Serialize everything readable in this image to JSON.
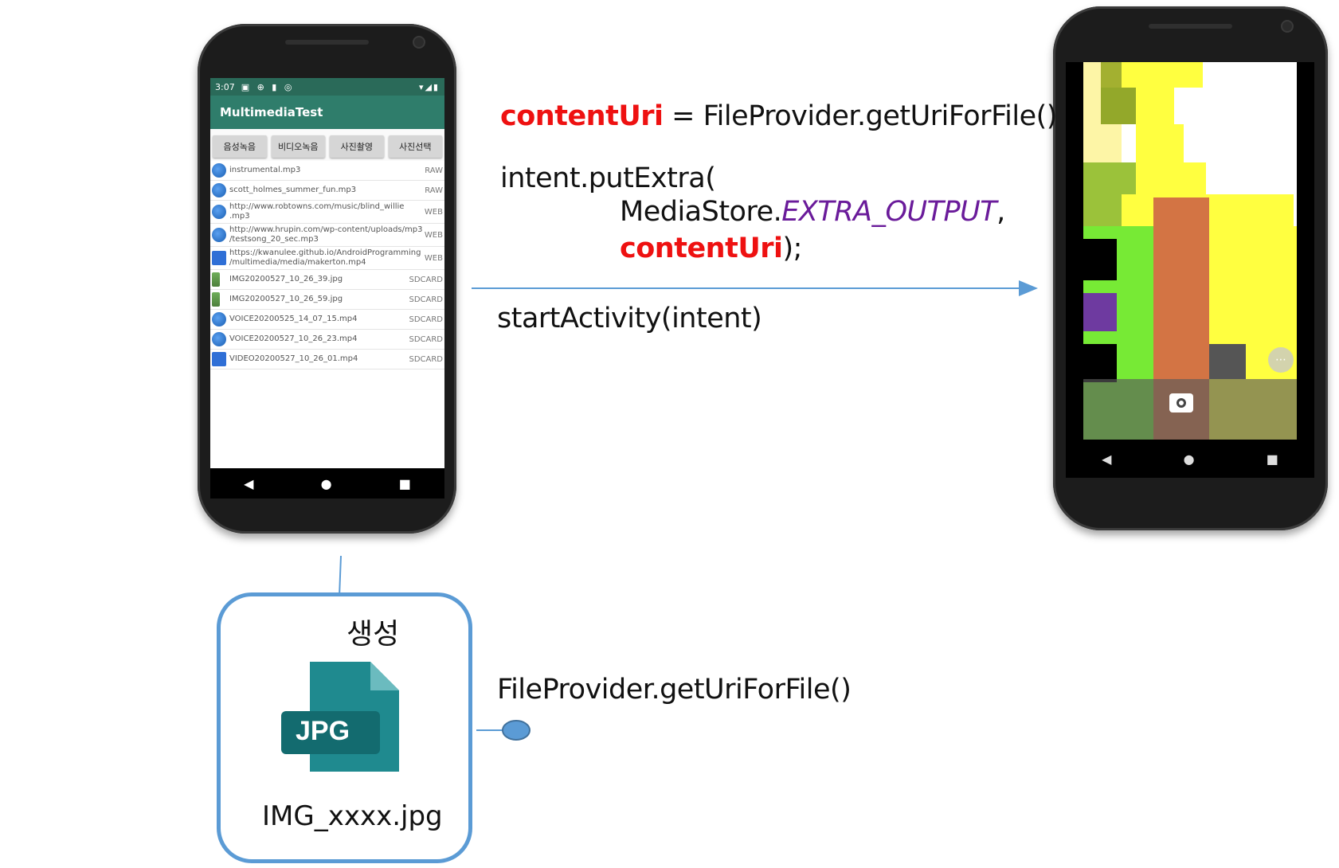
{
  "left_phone": {
    "status_time": "3:07",
    "app_title": "MultimediaTest",
    "buttons": [
      "음성녹음",
      "비디오녹음",
      "사진촬영",
      "사진선택"
    ],
    "files": [
      {
        "name": "instrumental.mp3",
        "source": "RAW",
        "icon": "music-icon"
      },
      {
        "name": "scott_holmes_summer_fun.mp3",
        "source": "RAW",
        "icon": "music-icon"
      },
      {
        "name": "http://www.robtowns.com/music/blind_willie\n.mp3",
        "source": "WEB",
        "icon": "music-icon"
      },
      {
        "name": "http://www.hrupin.com/wp-content/uploads/mp3\n/testsong_20_sec.mp3",
        "source": "WEB",
        "icon": "music-icon"
      },
      {
        "name": "https://kwanulee.github.io/AndroidProgramming\n/multimedia/media/makerton.mp4",
        "source": "WEB",
        "icon": "video-icon"
      },
      {
        "name": "IMG20200527_10_26_39.jpg",
        "source": "SDCARD",
        "icon": "image-icon"
      },
      {
        "name": "IMG20200527_10_26_59.jpg",
        "source": "SDCARD",
        "icon": "image-icon"
      },
      {
        "name": "VOICE20200525_14_07_15.mp4",
        "source": "SDCARD",
        "icon": "music-icon"
      },
      {
        "name": "VOICE20200527_10_26_23.mp4",
        "source": "SDCARD",
        "icon": "music-icon"
      },
      {
        "name": "VIDEO20200527_10_26_01.mp4",
        "source": "SDCARD",
        "icon": "video-icon"
      }
    ]
  },
  "code": {
    "line1_var": "contentUri",
    "line1_rest": " = FileProvider.getUriForFile()",
    "line2": "intent.putExtra(",
    "line3_prefix": "MediaStore.",
    "line3_const": "EXTRA_OUTPUT",
    "line3_suffix": ",",
    "line4_var": "contentUri",
    "line4_suffix": ");",
    "line5": "startActivity(intent)"
  },
  "file_box": {
    "label_create": "생성",
    "badge": "JPG",
    "filename": "IMG_xxxx.jpg"
  },
  "provider_label": "FileProvider.getUriForFile()",
  "colors": {
    "accent_blue": "#5b9bd5",
    "code_red": "#ee1111",
    "code_purple": "#6a1b9a",
    "jpg_teal": "#1f8a8f",
    "jpg_badge": "#136b6f"
  }
}
